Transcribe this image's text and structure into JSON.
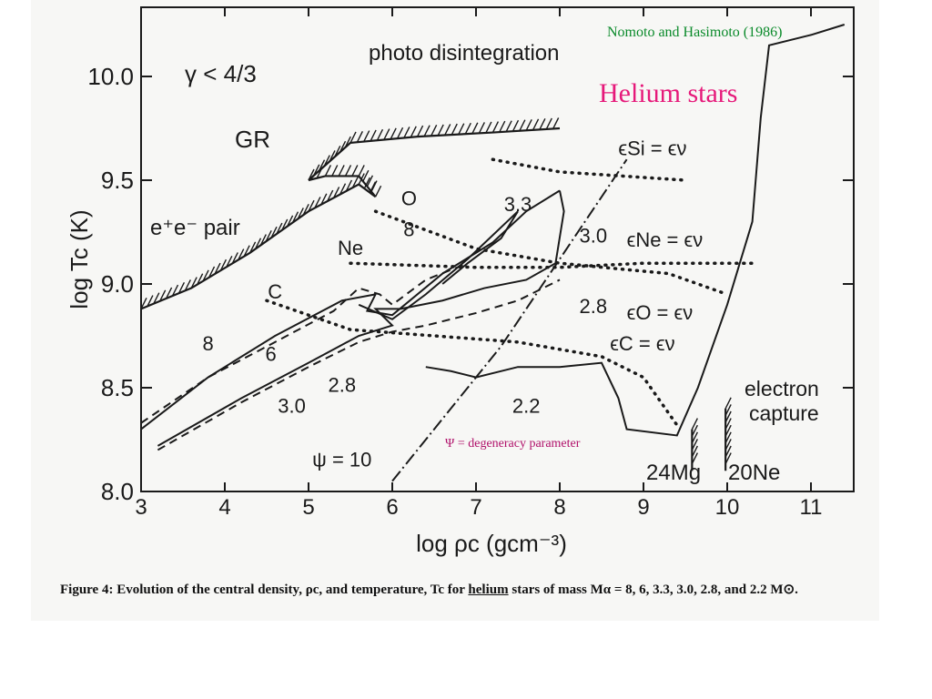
{
  "overlay": {
    "citation": "Nomoto and Hasimoto (1986)",
    "heading": "Helium stars",
    "psi_note": "Ψ = degeneracy parameter"
  },
  "caption": {
    "part1": "Figure 4: Evolution of the central density, ρc, and temperature, Tc for ",
    "emph": "helium",
    "part2": " stars of mass Mα = 8, 6, 3.3, 3.0, 2.8, and 2.2 M⊙."
  },
  "chart_data": {
    "type": "line",
    "xlabel": "log ρc (gcm⁻³)",
    "ylabel": "log Tc (K)",
    "xlim": [
      3,
      11.5
    ],
    "ylim": [
      8.0,
      10.3
    ],
    "x_ticks": [
      "3",
      "4",
      "5",
      "6",
      "7",
      "8",
      "9",
      "10",
      "11"
    ],
    "y_ticks": [
      "8.0",
      "8.5",
      "9.0",
      "9.5",
      "10.0"
    ],
    "region_labels": {
      "gamma": "γ < 4/3",
      "photo": "photo disintegration",
      "gr": "GR",
      "pair": "e⁺e⁻ pair",
      "electron_capture": "electron capture",
      "mg": "24Mg",
      "ne20": "20Ne"
    },
    "series": [
      {
        "name": "8",
        "dashed": false,
        "points": [
          [
            3.0,
            8.3
          ],
          [
            3.8,
            8.55
          ],
          [
            4.6,
            8.75
          ],
          [
            5.4,
            8.92
          ],
          [
            5.8,
            8.95
          ],
          [
            5.7,
            8.87
          ],
          [
            6.0,
            8.85
          ],
          [
            6.6,
            9.05
          ],
          [
            7.2,
            9.2
          ],
          [
            7.6,
            9.35
          ],
          [
            8.0,
            9.45
          ]
        ]
      },
      {
        "name": "6",
        "dashed": true,
        "points": [
          [
            3.0,
            8.33
          ],
          [
            3.8,
            8.55
          ],
          [
            4.6,
            8.72
          ],
          [
            5.3,
            8.87
          ],
          [
            5.6,
            8.98
          ],
          [
            5.85,
            8.95
          ],
          [
            6.0,
            8.9
          ],
          [
            6.4,
            9.02
          ],
          [
            6.9,
            9.1
          ]
        ]
      },
      {
        "name": "3.3",
        "dashed": false,
        "points": [
          [
            5.6,
            8.9
          ],
          [
            6.0,
            8.83
          ],
          [
            6.4,
            8.95
          ],
          [
            6.9,
            9.12
          ],
          [
            7.5,
            9.35
          ],
          [
            7.3,
            9.22
          ],
          [
            6.9,
            9.1
          ],
          [
            6.6,
            9.0
          ]
        ]
      },
      {
        "name": "3.0",
        "dashed": false,
        "points": [
          [
            3.2,
            8.22
          ],
          [
            4.2,
            8.45
          ],
          [
            5.0,
            8.62
          ],
          [
            5.6,
            8.75
          ],
          [
            6.0,
            8.8
          ],
          [
            5.8,
            8.88
          ],
          [
            6.1,
            8.88
          ],
          [
            6.6,
            8.92
          ],
          [
            7.1,
            8.98
          ],
          [
            7.6,
            9.02
          ],
          [
            7.95,
            9.1
          ],
          [
            8.05,
            9.35
          ],
          [
            8.0,
            9.45
          ]
        ]
      },
      {
        "name": "2.8",
        "dashed": true,
        "points": [
          [
            3.2,
            8.2
          ],
          [
            4.2,
            8.43
          ],
          [
            5.0,
            8.6
          ],
          [
            5.6,
            8.72
          ],
          [
            6.0,
            8.77
          ],
          [
            6.4,
            8.8
          ],
          [
            7.0,
            8.86
          ],
          [
            7.5,
            8.92
          ],
          [
            8.0,
            9.02
          ]
        ]
      },
      {
        "name": "2.2",
        "dashed": false,
        "points": [
          [
            6.4,
            8.6
          ],
          [
            6.7,
            8.58
          ],
          [
            7.0,
            8.55
          ],
          [
            7.5,
            8.6
          ],
          [
            8.0,
            8.6
          ],
          [
            8.5,
            8.62
          ],
          [
            8.7,
            8.45
          ],
          [
            8.8,
            8.3
          ],
          [
            9.4,
            8.27
          ],
          [
            9.65,
            8.5
          ],
          [
            10.0,
            8.9
          ],
          [
            10.3,
            9.3
          ],
          [
            10.4,
            9.8
          ],
          [
            10.5,
            10.15
          ],
          [
            11.0,
            10.2
          ],
          [
            11.4,
            10.25
          ]
        ]
      }
    ],
    "curve_labels": [
      {
        "text": "8",
        "x": 3.8,
        "y": 8.68
      },
      {
        "text": "6",
        "x": 4.55,
        "y": 8.63
      },
      {
        "text": "3.0",
        "x": 4.8,
        "y": 8.38
      },
      {
        "text": "2.8",
        "x": 5.4,
        "y": 8.48
      },
      {
        "text": "O",
        "x": 6.2,
        "y": 9.38
      },
      {
        "text": "8",
        "x": 6.2,
        "y": 9.23
      },
      {
        "text": "Ne",
        "x": 5.5,
        "y": 9.14
      },
      {
        "text": "C",
        "x": 4.6,
        "y": 8.93
      },
      {
        "text": "3.3",
        "x": 7.5,
        "y": 9.35
      },
      {
        "text": "3.0",
        "x": 8.4,
        "y": 9.2
      },
      {
        "text": "2.8",
        "x": 8.4,
        "y": 8.86
      },
      {
        "text": "2.2",
        "x": 7.6,
        "y": 8.38
      },
      {
        "text": "ψ = 10",
        "x": 5.4,
        "y": 8.12
      }
    ],
    "burning_lines": [
      {
        "label": "ϵSi = ϵν",
        "points": [
          [
            7.2,
            9.6
          ],
          [
            8.0,
            9.54
          ],
          [
            9.5,
            9.5
          ]
        ]
      },
      {
        "label": "ϵNe = ϵν",
        "points": [
          [
            5.5,
            9.1
          ],
          [
            7.0,
            9.08
          ],
          [
            8.0,
            9.08
          ],
          [
            9.0,
            9.1
          ],
          [
            10.3,
            9.1
          ]
        ]
      },
      {
        "label": "ϵO = ϵν",
        "points": [
          [
            5.8,
            9.35
          ],
          [
            7.0,
            9.17
          ],
          [
            8.0,
            9.1
          ],
          [
            9.3,
            9.05
          ],
          [
            10.0,
            8.95
          ]
        ]
      },
      {
        "label": "ϵC = ϵν",
        "points": [
          [
            4.5,
            8.92
          ],
          [
            5.5,
            8.78
          ],
          [
            6.5,
            8.75
          ],
          [
            7.5,
            8.72
          ],
          [
            8.5,
            8.65
          ],
          [
            9.0,
            8.55
          ],
          [
            9.4,
            8.32
          ]
        ]
      }
    ]
  }
}
